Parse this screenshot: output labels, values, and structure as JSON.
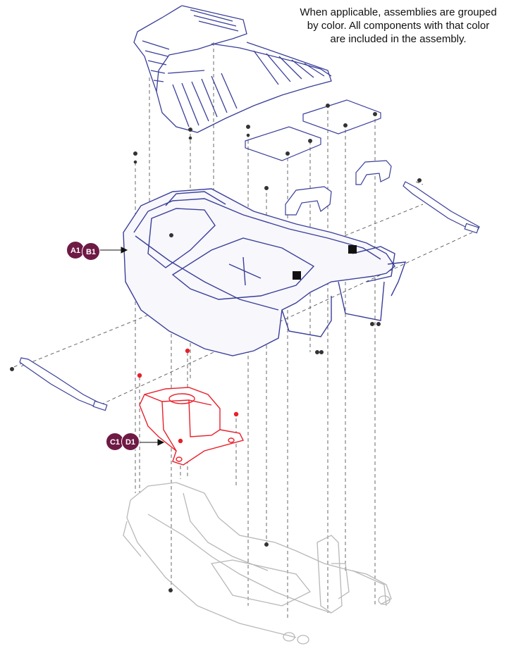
{
  "note": {
    "line1": "When applicable, assemblies are grouped",
    "line2": "by color. All components with that color",
    "line3": "are included in the assembly."
  },
  "callouts": {
    "upper": {
      "a": "A1",
      "b": "B1",
      "color": "#6e1a45"
    },
    "lower": {
      "a": "C1",
      "b": "D1",
      "color": "#6e1a45"
    }
  },
  "colors": {
    "shroud": "#3a3f99",
    "assembly_c": "#e8202a",
    "frame": "#b8b8b8",
    "hardware": "#333333"
  }
}
